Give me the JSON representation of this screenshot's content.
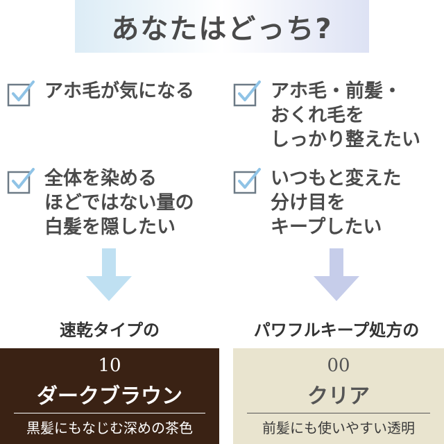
{
  "title": "あなたはどっち?",
  "colors": {
    "check_stroke": "#6c7a86",
    "check_mark": "#8fc3e6",
    "arrow_left": "#bfe0f2",
    "arrow_right": "#c6cdea",
    "brown": "#3a2214",
    "beige": "#e9e4cf"
  },
  "left": {
    "checks": [
      {
        "icon": "checkbox-icon",
        "lines": [
          "アホ毛が気になる"
        ]
      },
      {
        "icon": "checkbox-icon",
        "lines": [
          "全体を染める",
          "ほどではない量の",
          "白髪を隠したい"
        ]
      }
    ],
    "caption": "速乾タイプの",
    "product": {
      "number": "10",
      "name": "ダークブラウン",
      "description": "黒髪にもなじむ深めの茶色"
    }
  },
  "right": {
    "checks": [
      {
        "icon": "checkbox-icon",
        "lines": [
          "アホ毛・前髪・",
          "おくれ毛を",
          "しっかり整えたい"
        ]
      },
      {
        "icon": "checkbox-icon",
        "lines": [
          "いつもと変えた",
          "分け目を",
          "キープしたい"
        ]
      }
    ],
    "caption": "パワフルキープ処方の",
    "product": {
      "number": "00",
      "name": "クリア",
      "description": "前髪にも使いやすい透明"
    }
  }
}
